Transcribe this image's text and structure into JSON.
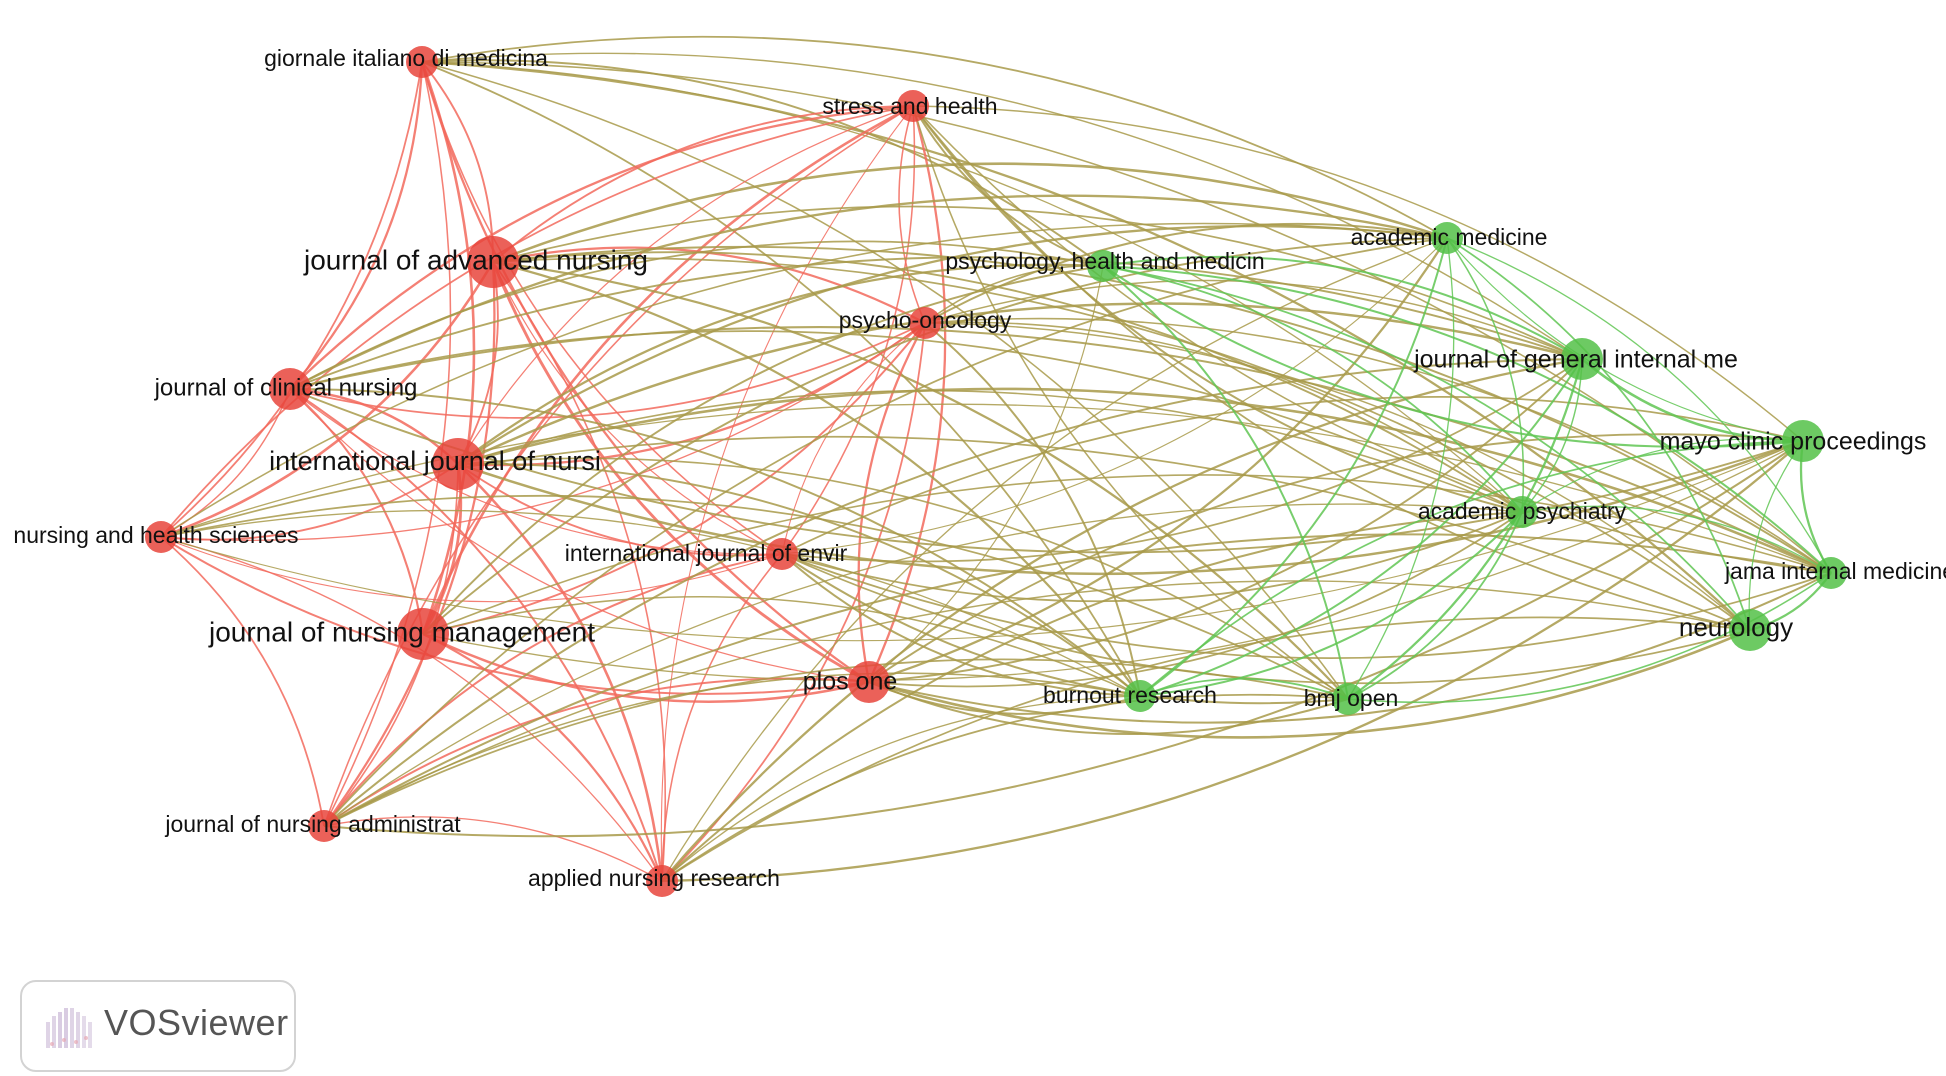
{
  "network": {
    "colors": {
      "red": "#f26a5d",
      "green": "#60c653",
      "mixed": "#a89a4a",
      "node_red": "#e8453c",
      "node_green": "#54c148"
    },
    "nodes": [
      {
        "id": "giornale",
        "label": "giornale italiano di medicina",
        "cluster": "red",
        "weight": 2
      },
      {
        "id": "stress",
        "label": "stress and health",
        "cluster": "red",
        "weight": 2
      },
      {
        "id": "jan",
        "label": "journal of advanced nursing",
        "cluster": "red",
        "weight": 4
      },
      {
        "id": "psychonc",
        "label": "psycho-oncology",
        "cluster": "red",
        "weight": 2
      },
      {
        "id": "jcn",
        "label": "journal of clinical nursing",
        "cluster": "red",
        "weight": 3
      },
      {
        "id": "ijn",
        "label": "international journal of nursi",
        "cluster": "red",
        "weight": 4
      },
      {
        "id": "nhs",
        "label": "nursing and health sciences",
        "cluster": "red",
        "weight": 2
      },
      {
        "id": "ijerph",
        "label": "international journal of envir",
        "cluster": "red",
        "weight": 2
      },
      {
        "id": "jnm",
        "label": "journal of nursing management",
        "cluster": "red",
        "weight": 4
      },
      {
        "id": "plos",
        "label": "plos one",
        "cluster": "red",
        "weight": 3
      },
      {
        "id": "jna",
        "label": "journal of nursing administrat",
        "cluster": "red",
        "weight": 2
      },
      {
        "id": "anr",
        "label": "applied nursing research",
        "cluster": "red",
        "weight": 2
      },
      {
        "id": "phm",
        "label": "psychology, health and medicin",
        "cluster": "green",
        "weight": 2
      },
      {
        "id": "acadmed",
        "label": "academic medicine",
        "cluster": "green",
        "weight": 2
      },
      {
        "id": "jgim",
        "label": "journal of general internal me",
        "cluster": "green",
        "weight": 3
      },
      {
        "id": "mayo",
        "label": "mayo clinic proceedings",
        "cluster": "green",
        "weight": 3
      },
      {
        "id": "acadpsy",
        "label": "academic psychiatry",
        "cluster": "green",
        "weight": 2
      },
      {
        "id": "jama",
        "label": "jama internal medicine",
        "cluster": "green",
        "weight": 2
      },
      {
        "id": "neuro",
        "label": "neurology",
        "cluster": "green",
        "weight": 3
      },
      {
        "id": "burnout",
        "label": "burnout research",
        "cluster": "green",
        "weight": 2
      },
      {
        "id": "bmj",
        "label": "bmj open",
        "cluster": "green",
        "weight": 2
      }
    ]
  },
  "badge": {
    "text": "VOSviewer"
  }
}
